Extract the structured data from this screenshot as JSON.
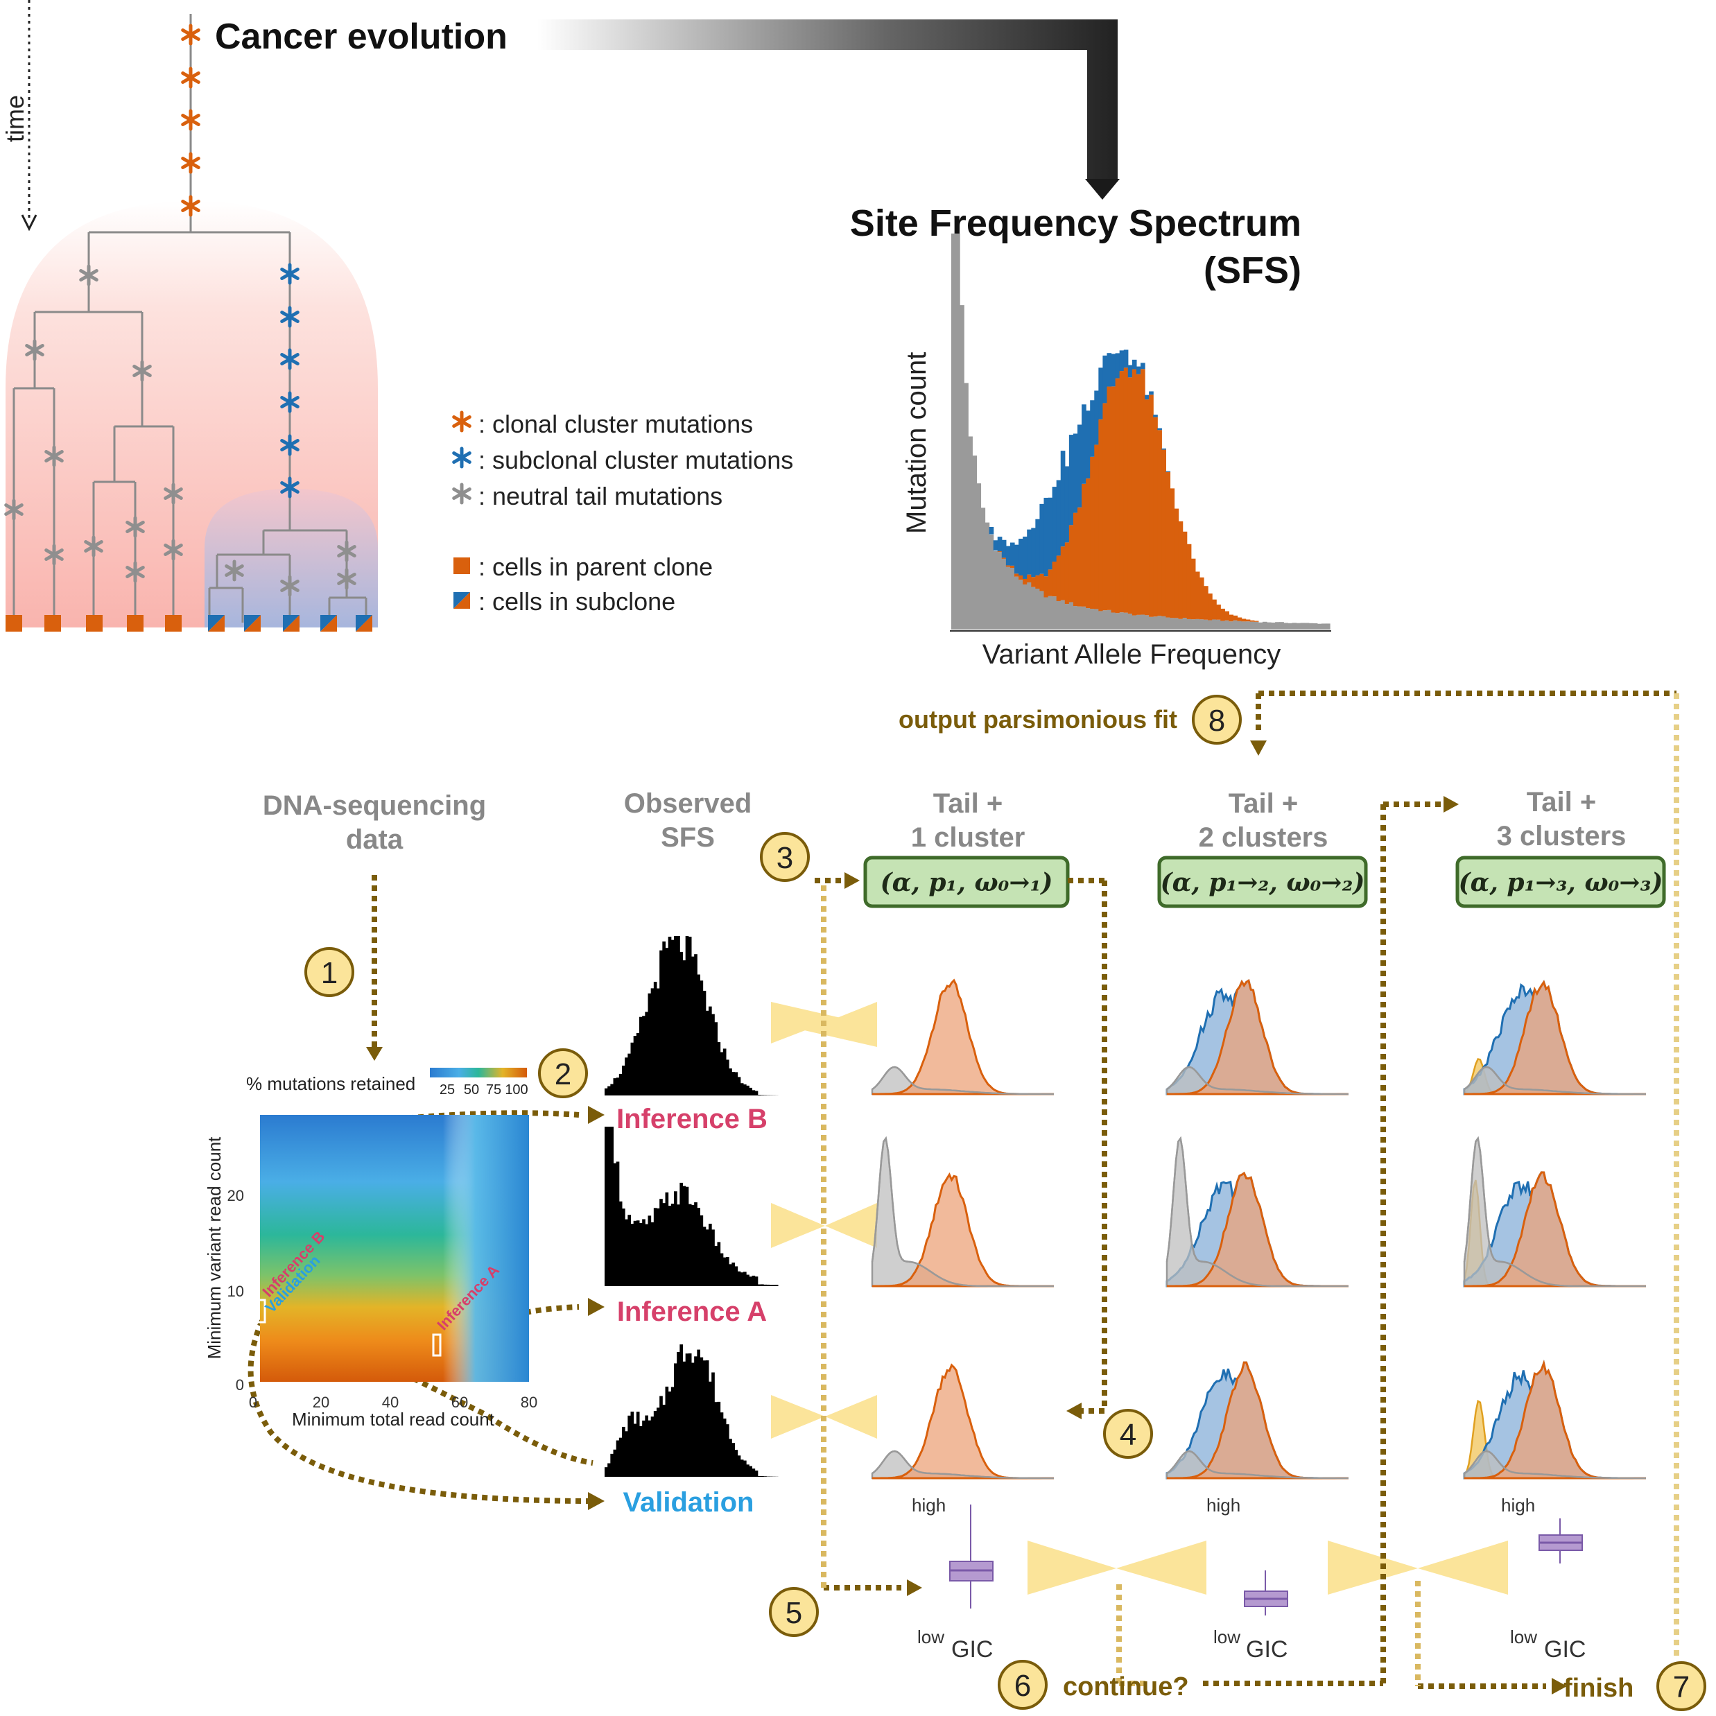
{
  "colors": {
    "orange": "#d9600d",
    "blue": "#1f6fb2",
    "gray": "#8f8f8f",
    "olive": "#7a5c0a",
    "pink": "#d6406a",
    "skyblue": "#2a9fe0",
    "lightgreen": "#c5e3b4",
    "darkgreen": "#3f6b2a",
    "yellow": "#fbe49a",
    "purple": "#b59ad0"
  },
  "top": {
    "time_label": "time",
    "cancer_evolution": "Cancer evolution",
    "sfs_title_1": "Site Frequency Spectrum",
    "sfs_title_2": "(SFS)",
    "sfs_ylabel": "Mutation count",
    "sfs_xlabel": "Variant Allele Frequency"
  },
  "legend": {
    "clonal": ": clonal cluster mutations",
    "subclonal": ": subclonal cluster mutations",
    "neutral": ": neutral tail mutations",
    "parent_cells": ": cells in parent clone",
    "subclone_cells": ": cells in subclone"
  },
  "pipeline": {
    "dna_1": "DNA-sequencing",
    "dna_2": "data",
    "observed_1": "Observed",
    "observed_2": "SFS",
    "col1_1": "Tail +",
    "col1_2": "1 cluster",
    "col2_1": "Tail +",
    "col2_2": "2 clusters",
    "col3_1": "Tail +",
    "col3_2": "3 clusters",
    "param1": "(α, p₁, ω₀→₁)",
    "param2": "(α, p₁→₂, ω₀→₂)",
    "param3": "(α, p₁→₃, ω₀→₃)",
    "output": "output parsimonious fit",
    "continue": "continue?",
    "finish": "finish",
    "inference_b": "Inference B",
    "inference_a": "Inference A",
    "validation": "Validation",
    "high": "high",
    "low": "low",
    "gic": "GIC",
    "steps": [
      "1",
      "2",
      "3",
      "4",
      "5",
      "6",
      "7",
      "8"
    ]
  },
  "heatmap": {
    "title": "% mutations retained",
    "colorbar_ticks": [
      "25",
      "50",
      "75",
      "100"
    ],
    "xlabel": "Minimum total read count",
    "ylabel": "Minimum variant read count",
    "xticks": [
      "0",
      "20",
      "40",
      "60",
      "80"
    ],
    "yticks": [
      "0",
      "10",
      "20"
    ],
    "annot_inference_b": "Inference B",
    "annot_validation": "Validation",
    "annot_inference_a": "Inference A"
  }
}
